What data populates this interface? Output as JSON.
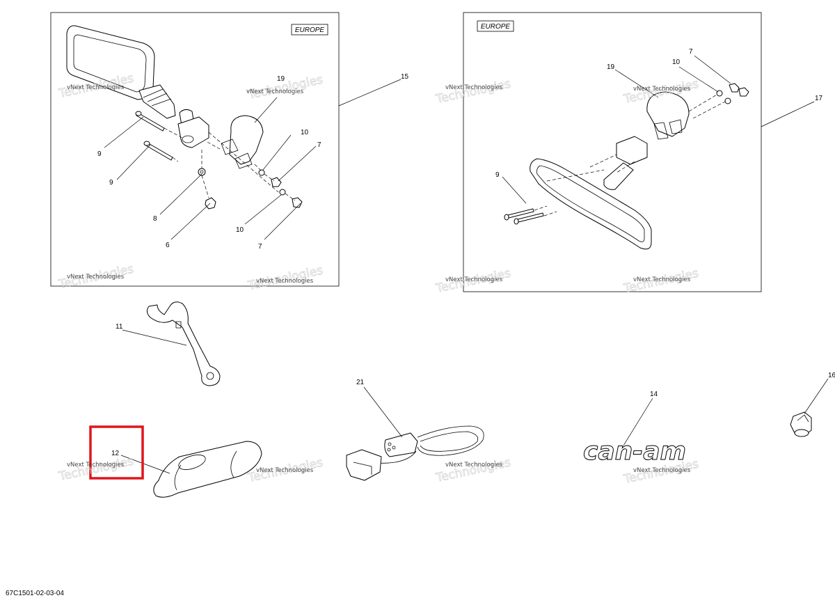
{
  "panels": [
    {
      "region": "EUROPE"
    },
    {
      "region": "EUROPE"
    }
  ],
  "callouts": [
    {
      "id": "left-9a",
      "text": "9"
    },
    {
      "id": "left-9b",
      "text": "9"
    },
    {
      "id": "left-8",
      "text": "8"
    },
    {
      "id": "left-6",
      "text": "6"
    },
    {
      "id": "left-19",
      "text": "19"
    },
    {
      "id": "left-10a",
      "text": "10"
    },
    {
      "id": "left-7a",
      "text": "7"
    },
    {
      "id": "left-10b",
      "text": "10"
    },
    {
      "id": "left-7b",
      "text": "7"
    },
    {
      "id": "p15",
      "text": "15"
    },
    {
      "id": "right-7",
      "text": "7"
    },
    {
      "id": "right-10",
      "text": "10"
    },
    {
      "id": "right-19",
      "text": "19"
    },
    {
      "id": "p17",
      "text": "17"
    },
    {
      "id": "right-9",
      "text": "9"
    },
    {
      "id": "p11",
      "text": "11"
    },
    {
      "id": "p21",
      "text": "21"
    },
    {
      "id": "p14",
      "text": "14"
    },
    {
      "id": "p16",
      "text": "16"
    },
    {
      "id": "p12",
      "text": "12"
    }
  ],
  "watermark": {
    "text": "vNext Technologies",
    "big_text": "Technologies"
  },
  "logo_text": "can-am",
  "highlight": {
    "color": "#e0161b",
    "part": "12"
  },
  "doc_code": "67C1501-02-03-04"
}
